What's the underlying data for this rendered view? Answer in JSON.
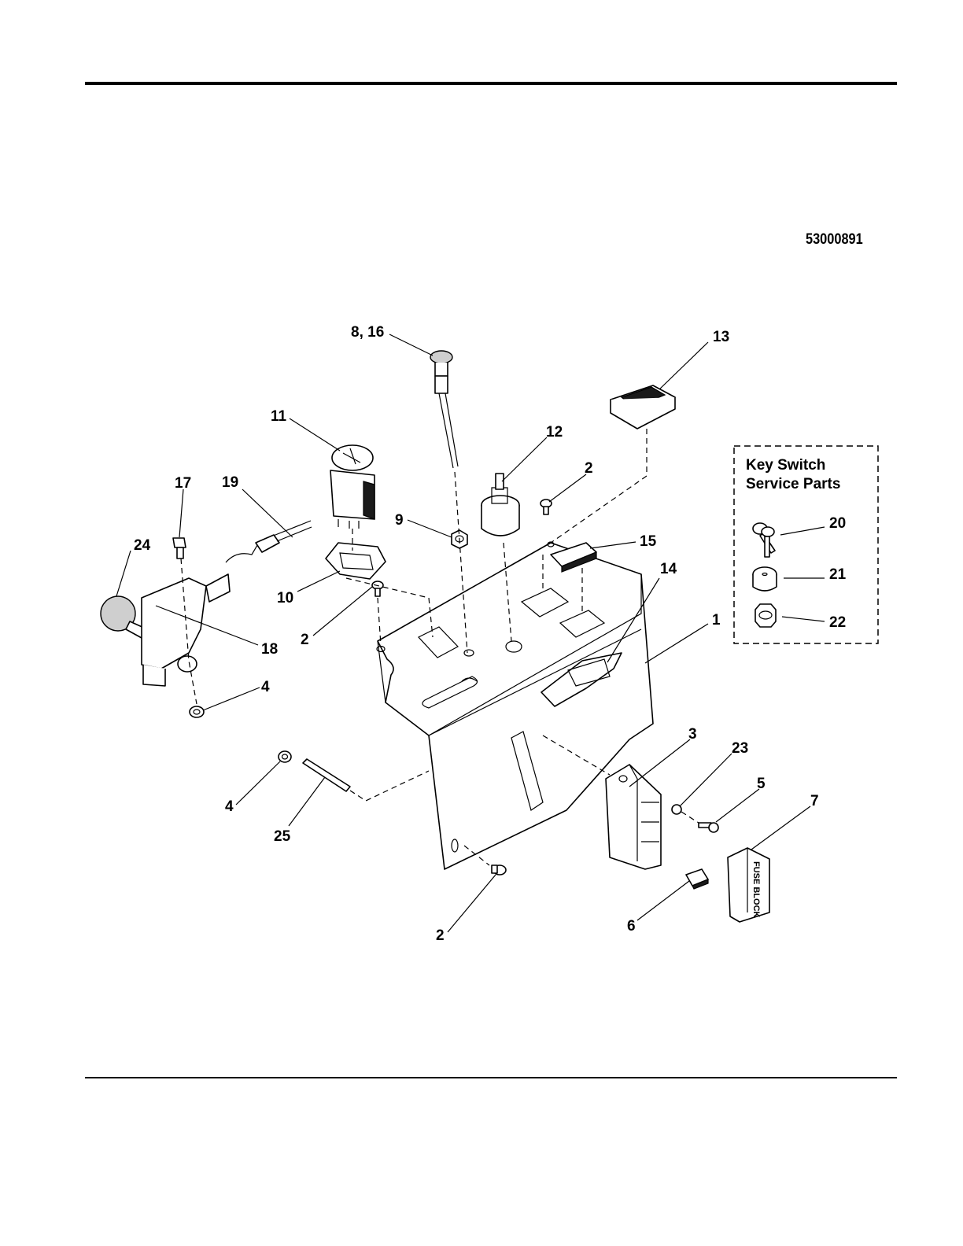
{
  "drawing_number": "53000891",
  "inset": {
    "title_line1": "Key Switch",
    "title_line2": "Service Parts"
  },
  "fuse_block_label": "FUSE BLOCK",
  "callouts": [
    {
      "id": "c-8-16",
      "label": "8, 16"
    },
    {
      "id": "c-13",
      "label": "13"
    },
    {
      "id": "c-11",
      "label": "11"
    },
    {
      "id": "c-12",
      "label": "12"
    },
    {
      "id": "c-2a",
      "label": "2"
    },
    {
      "id": "c-17",
      "label": "17"
    },
    {
      "id": "c-19",
      "label": "19"
    },
    {
      "id": "c-9",
      "label": "9"
    },
    {
      "id": "c-15",
      "label": "15"
    },
    {
      "id": "c-24",
      "label": "24"
    },
    {
      "id": "c-10",
      "label": "10"
    },
    {
      "id": "c-14",
      "label": "14"
    },
    {
      "id": "c-2b",
      "label": "2"
    },
    {
      "id": "c-18",
      "label": "18"
    },
    {
      "id": "c-1",
      "label": "1"
    },
    {
      "id": "c-4a",
      "label": "4"
    },
    {
      "id": "c-3",
      "label": "3"
    },
    {
      "id": "c-23",
      "label": "23"
    },
    {
      "id": "c-5",
      "label": "5"
    },
    {
      "id": "c-7",
      "label": "7"
    },
    {
      "id": "c-4b",
      "label": "4"
    },
    {
      "id": "c-25",
      "label": "25"
    },
    {
      "id": "c-6",
      "label": "6"
    },
    {
      "id": "c-2c",
      "label": "2"
    },
    {
      "id": "c-20",
      "label": "20"
    },
    {
      "id": "c-21",
      "label": "21"
    },
    {
      "id": "c-22",
      "label": "22"
    }
  ]
}
